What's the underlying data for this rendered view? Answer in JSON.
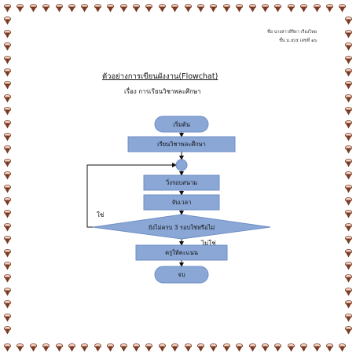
{
  "header": {
    "name_line": "ชื่อ นางสาวสิริดา  เรืองไทย",
    "class_line": "ชั้น ม.๕/๕    เลขที่ ๑๖"
  },
  "document": {
    "title": "ตัวอย่างการเขียนผังงาน(Flowchat)",
    "subtitle": "เรื่อง การเรียนวิชาพละศึกษา"
  },
  "flowchart": {
    "start": "เริ่มต้น",
    "step1": "เรียนวิชาพละศึกษา",
    "step2": "วิ่งรอบสนาม",
    "step3": "จับเวลา",
    "decision": "ยังไม่ครบ 3 รอบใช่หรือไม่",
    "yes_label": "ใช่",
    "no_label": "ไม่ใช่",
    "step4": "ครูให้คะแนน",
    "end": "จบ"
  },
  "colors": {
    "shape_fill": "#8aa7d6",
    "shape_stroke": "#6f8fc4",
    "border_cone": "#7a3a24",
    "border_top": "#f3d4c4"
  }
}
